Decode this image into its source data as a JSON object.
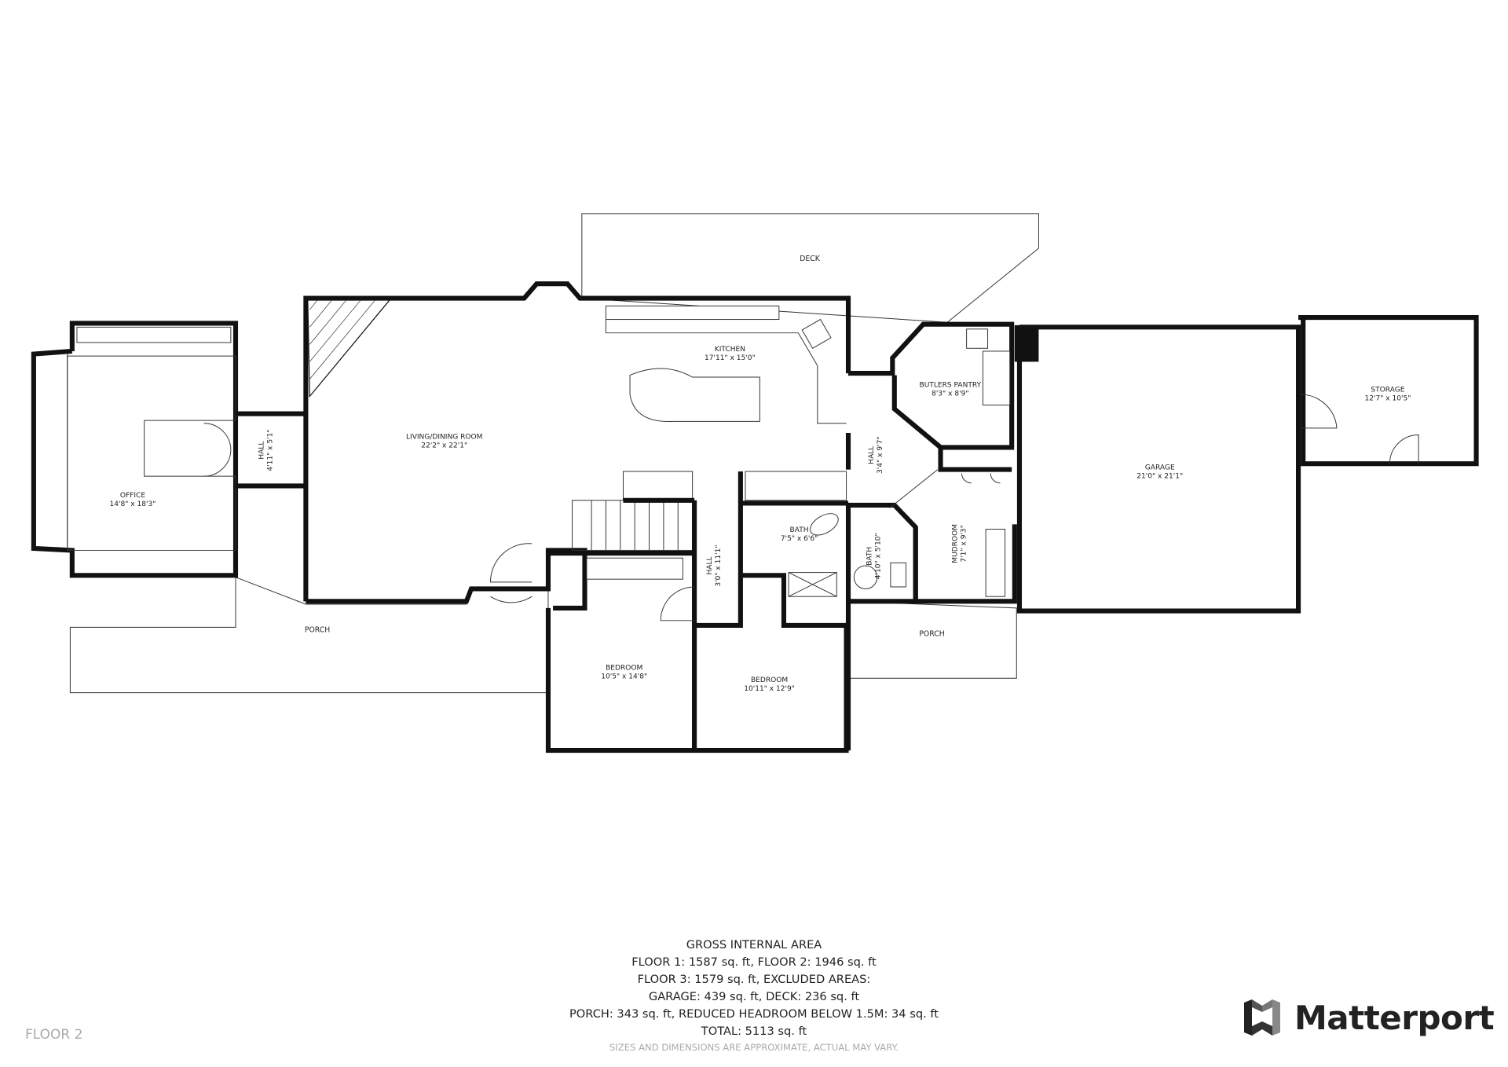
{
  "floor_label": "FLOOR 2",
  "rooms": {
    "office": {
      "name": "OFFICE",
      "dims": "14'8\" x 18'3\""
    },
    "hall_west": {
      "name": "HALL",
      "dims": "4'11\" x 5'1\""
    },
    "living": {
      "name": "LIVING/DINING ROOM",
      "dims": "22'2\" x 22'1\""
    },
    "kitchen": {
      "name": "KITCHEN",
      "dims": "17'11\" x 15'0\""
    },
    "deck": {
      "name": "DECK"
    },
    "butlers": {
      "name": "BUTLERS PANTRY",
      "dims": "8'3\" x 8'9\""
    },
    "hall_east": {
      "name": "HALL",
      "dims": "3'4\" x 9'7\""
    },
    "bath1": {
      "name": "BATH",
      "dims": "7'5\" x 6'6\""
    },
    "bath2": {
      "name": "BATH",
      "dims": "4'10\" x 5'10\""
    },
    "hall_mid": {
      "name": "HALL",
      "dims": "3'0\" x 11'1\""
    },
    "mudroom": {
      "name": "MUDROOM",
      "dims": "7'1\" x 9'3\""
    },
    "garage": {
      "name": "GARAGE",
      "dims": "21'0\" x 21'1\""
    },
    "storage": {
      "name": "STORAGE",
      "dims": "12'7\" x 10'5\""
    },
    "bedroom1": {
      "name": "BEDROOM",
      "dims": "10'5\" x 14'8\""
    },
    "bedroom2": {
      "name": "BEDROOM",
      "dims": "10'11\" x 12'9\""
    },
    "porch_west": {
      "name": "PORCH"
    },
    "porch_east": {
      "name": "PORCH"
    }
  },
  "area_summary": {
    "title": "GROSS INTERNAL AREA",
    "line1": "FLOOR 1: 1587 sq. ft, FLOOR 2: 1946 sq. ft",
    "line2": "FLOOR 3: 1579 sq. ft, EXCLUDED AREAS:",
    "line3": "GARAGE: 439 sq. ft, DECK: 236 sq. ft",
    "line4": "PORCH: 343 sq. ft, REDUCED HEADROOM BELOW 1.5M: 34 sq. ft",
    "total": "TOTAL: 5113 sq. ft",
    "disclaimer": "SIZES AND DIMENSIONS ARE APPROXIMATE, ACTUAL MAY VARY."
  },
  "brand": {
    "name": "Matterport",
    "logo_icon": "matterport-logo-icon"
  }
}
